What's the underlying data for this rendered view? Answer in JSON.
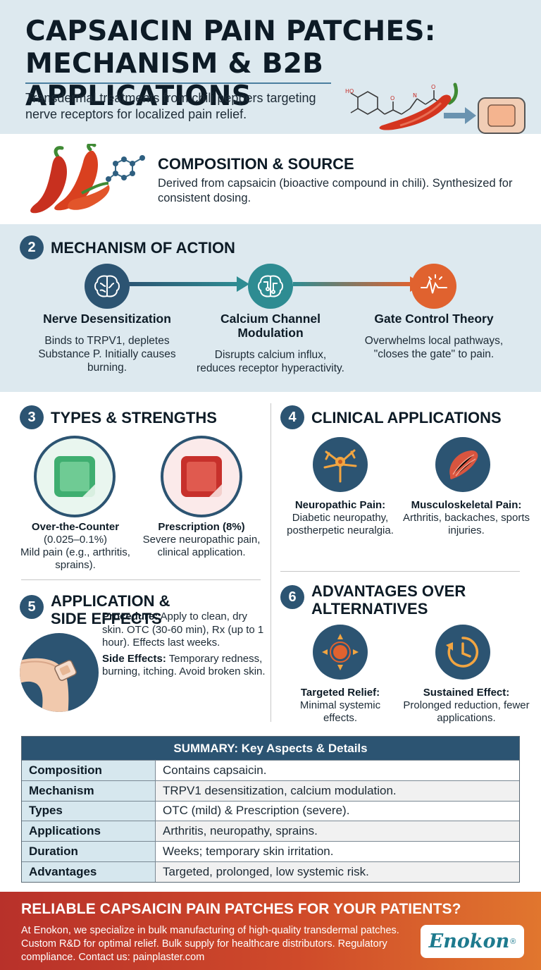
{
  "header": {
    "title_line1": "CAPSAICIN PAIN PATCHES:",
    "title_line2": "MECHANISM & B2B APPLICATIONS",
    "subtitle": "Transdermal treatments from chili peppers targeting nerve receptors for localized pain relief."
  },
  "composition": {
    "title": "COMPOSITION & SOURCE",
    "text": "Derived from capsaicin (bioactive compound in chili). Synthesized for consistent dosing."
  },
  "mechanism": {
    "number": "2",
    "title": "MECHANISM OF ACTION",
    "items": [
      {
        "heading": "Nerve Desensitization",
        "text": "Binds to TRPV1, depletes Substance P. Initially causes burning.",
        "icon": "brain-icon"
      },
      {
        "heading": "Calcium Channel Modulation",
        "text": "Disrupts calcium influx, reduces receptor hyperactivity.",
        "icon": "brain-circuit-icon"
      },
      {
        "heading": "Gate Control Theory",
        "text": "Overwhelms local pathways, \"closes the gate\" to pain.",
        "icon": "pain-signal-icon"
      }
    ]
  },
  "types": {
    "number": "3",
    "title": "TYPES & STRENGTHS",
    "items": [
      {
        "heading": "Over-the-Counter",
        "sub": "(0.025–0.1%)",
        "text": "Mild pain (e.g., arthritis, sprains).",
        "icon": "green-patch-icon"
      },
      {
        "heading": "Prescription (8%)",
        "text": "Severe neuropathic pain, clinical application.",
        "icon": "red-patch-icon"
      }
    ]
  },
  "clinical": {
    "number": "4",
    "title": "CLINICAL APPLICATIONS",
    "items": [
      {
        "heading": "Neuropathic Pain:",
        "text": "Diabetic neuropathy, postherpetic neuralgia.",
        "icon": "neuron-icon"
      },
      {
        "heading": "Musculoskeletal Pain:",
        "text": "Arthritis, backaches, sports injuries.",
        "icon": "muscle-icon"
      }
    ]
  },
  "application": {
    "number": "5",
    "title_line1": "APPLICATION &",
    "title_line2": "SIDE EFFECTS",
    "procedure_label": "Procedure:",
    "procedure_text": "Apply to clean, dry skin. OTC (30-60 min), Rx (up to 1 hour). Effects last weeks.",
    "side_label": "Side Effects:",
    "side_text": "Temporary redness, burning, itching. Avoid broken skin.",
    "icon": "elbow-patch-icon"
  },
  "advantages": {
    "number": "6",
    "title_line1": "ADVANTAGES OVER",
    "title_line2": "ALTERNATIVES",
    "items": [
      {
        "heading": "Targeted Relief:",
        "text": "Minimal systemic effects.",
        "icon": "target-icon"
      },
      {
        "heading": "Sustained Effect:",
        "text": "Prolonged reduction, fewer applications.",
        "icon": "clock-icon"
      }
    ]
  },
  "summary": {
    "title": "SUMMARY: Key Aspects & Details",
    "rows": [
      {
        "key": "Composition",
        "value": "Contains capsaicin."
      },
      {
        "key": "Mechanism",
        "value": "TRPV1 desensitization, calcium modulation."
      },
      {
        "key": "Types",
        "value": "OTC (mild) & Prescription (severe)."
      },
      {
        "key": "Applications",
        "value": "Arthritis, neuropathy, sprains."
      },
      {
        "key": "Duration",
        "value": "Weeks; temporary skin irritation."
      },
      {
        "key": "Advantages",
        "value": "Targeted, prolonged, low systemic risk."
      }
    ]
  },
  "footer": {
    "title": "RELIABLE CAPSAICIN PAIN PATCHES FOR YOUR PATIENTS?",
    "text": "At Enokon, we specialize in bulk manufacturing of high-quality transdermal patches. Custom R&D for optimal relief. Bulk supply for healthcare distributors. Regulatory compliance. Contact us: painplaster.com",
    "logo": "Enokon",
    "logo_mark": "®"
  },
  "colors": {
    "navy": "#2c5472",
    "light_blue": "#dde9ef",
    "teal": "#2e8c92",
    "orange": "#e0622f",
    "red": "#c7302b",
    "green": "#3fae70"
  }
}
